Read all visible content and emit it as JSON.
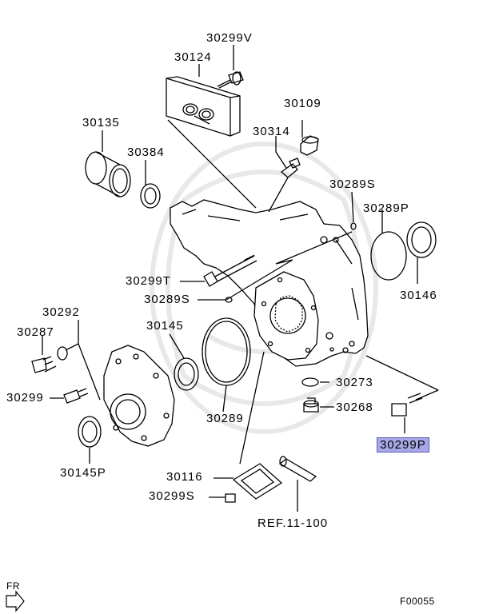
{
  "parts": {
    "p30299V": "30299V",
    "p30124": "30124",
    "p30109": "30109",
    "p30135": "30135",
    "p30314": "30314",
    "p30384": "30384",
    "p30289S_top": "30289S",
    "p30289P": "30289P",
    "p30299T": "30299T",
    "p30289S_mid": "30289S",
    "p30146": "30146",
    "p30292": "30292",
    "p30287": "30287",
    "p30145": "30145",
    "p30299": "30299",
    "p30273": "30273",
    "p30268": "30268",
    "p30289": "30289",
    "p30299P": "30299P",
    "p30145P": "30145P",
    "p30116": "30116",
    "p30299S_bot": "30299S",
    "ref": "REF.11-100"
  },
  "front_marker": "FR",
  "figure_code": "F00055",
  "colors": {
    "highlight_fill": "#a9a8e6",
    "highlight_border": "#5a5ab8",
    "line": "#000000",
    "watermark": "#e6e6e6"
  }
}
